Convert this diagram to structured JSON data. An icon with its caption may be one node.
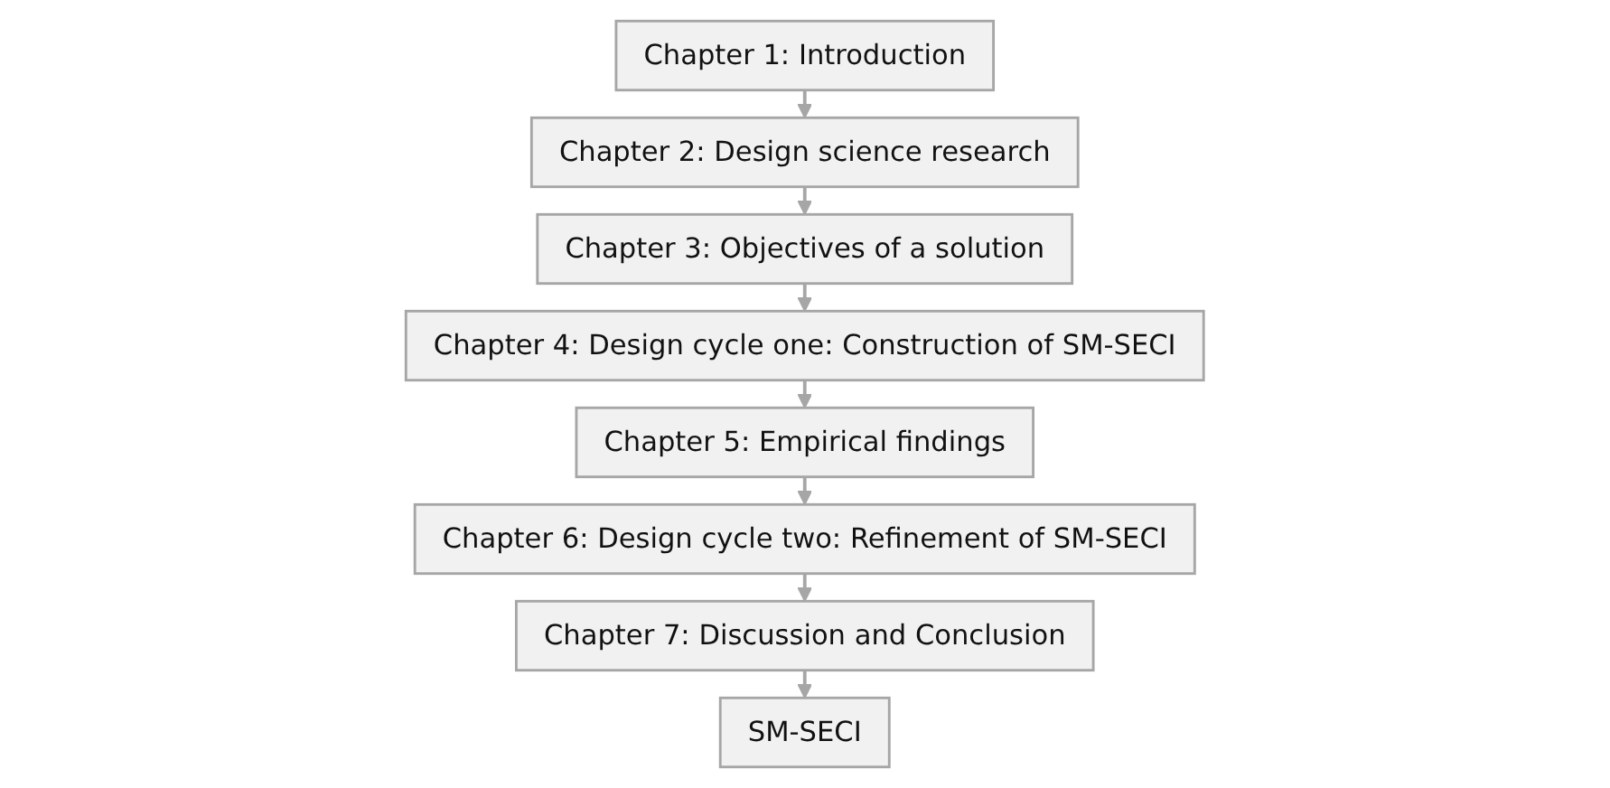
{
  "diagram": {
    "nodes": [
      {
        "text": [
          "Chapter 1: Introduction"
        ]
      },
      {
        "text": [
          "Chapter 2: Design science research"
        ]
      },
      {
        "text": [
          "Chapter 3: Objectives of a solution"
        ]
      },
      {
        "text": [
          "Chapter 4: Design cycle one: Construction of SM-SECI"
        ]
      },
      {
        "text": [
          "Chapter 5: Empirical findings"
        ]
      },
      {
        "text": [
          "Chapter 6: Design cycle two: Refinement of SM-SECI"
        ]
      },
      {
        "text": [
          "Chapter 7: Discussion and Conclusion"
        ]
      },
      {
        "text": [
          "SM-SECI"
        ]
      }
    ],
    "edges": [
      {
        "from": 0,
        "to": 1,
        "arrow": "to"
      },
      {
        "from": 1,
        "to": 2,
        "arrow": "to"
      },
      {
        "from": 2,
        "to": 3,
        "arrow": "to"
      },
      {
        "from": 3,
        "to": 4,
        "arrow": "to"
      },
      {
        "from": 4,
        "to": 5,
        "arrow": "to"
      },
      {
        "from": 5,
        "to": 6,
        "arrow": "to"
      },
      {
        "from": 6,
        "to": 7,
        "arrow": "to"
      }
    ]
  }
}
